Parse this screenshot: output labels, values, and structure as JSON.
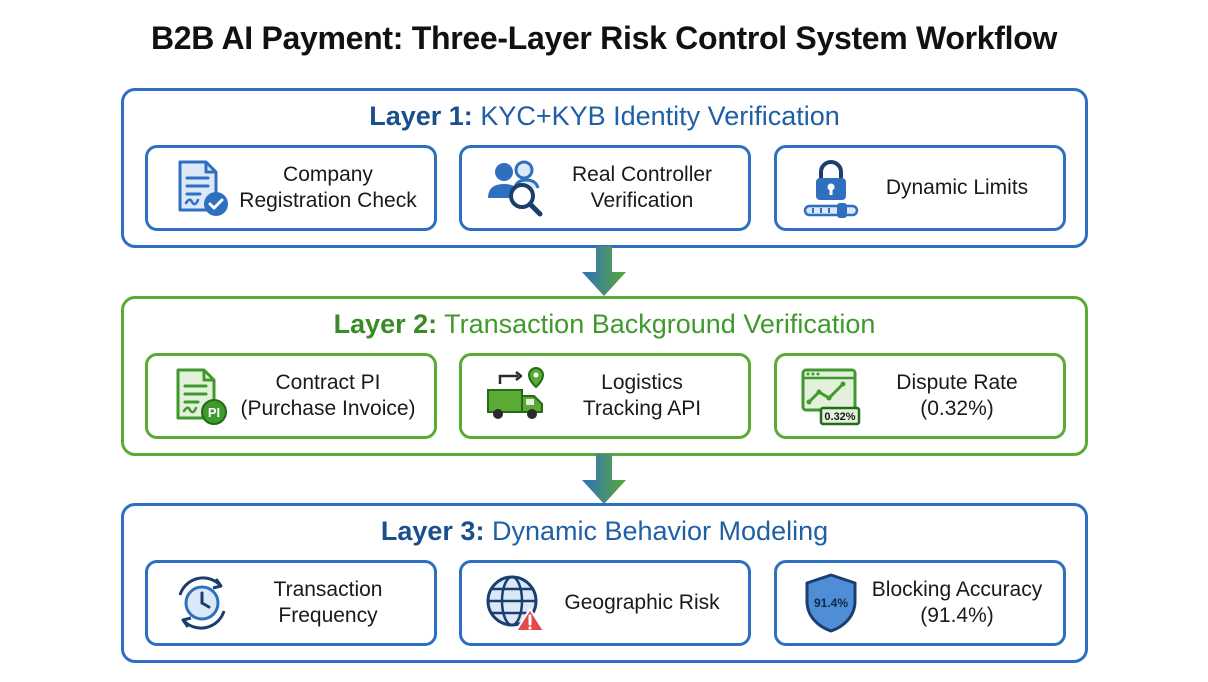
{
  "title": "B2B AI Payment: Three-Layer Risk Control System Workflow",
  "layers": [
    {
      "label": "Layer 1:",
      "name": "KYC+KYB Identity Verification",
      "color": "#2f6fc0",
      "items": [
        {
          "line1": "Company",
          "line2": "Registration Check",
          "icon": "document-check-icon"
        },
        {
          "line1": "Real Controller",
          "line2": "Verification",
          "icon": "users-search-icon"
        },
        {
          "line1": "Dynamic Limits",
          "line2": "",
          "icon": "lock-slider-icon"
        }
      ]
    },
    {
      "label": "Layer 2:",
      "name": "Transaction Background Verification",
      "color": "#5aaa35",
      "items": [
        {
          "line1": "Contract PI",
          "line2": "(Purchase Invoice)",
          "icon": "invoice-document-icon",
          "badge": "PI"
        },
        {
          "line1": "Logistics",
          "line2": "Tracking API",
          "icon": "truck-location-icon"
        },
        {
          "line1": "Dispute Rate",
          "line2": "(0.32%)",
          "icon": "chart-window-icon",
          "badge": "0.32%"
        }
      ]
    },
    {
      "label": "Layer 3:",
      "name": "Dynamic Behavior Modeling",
      "color": "#2f6fc0",
      "items": [
        {
          "line1": "Transaction",
          "line2": "Frequency",
          "icon": "clock-cycle-icon"
        },
        {
          "line1": "Geographic Risk",
          "line2": "",
          "icon": "globe-warning-icon"
        },
        {
          "line1": "Blocking Accuracy",
          "line2": "(91.4%)",
          "icon": "shield-icon",
          "badge": "91.4%"
        }
      ]
    }
  ]
}
